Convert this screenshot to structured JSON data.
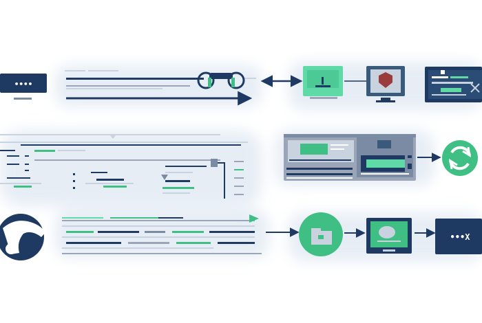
{
  "colors": {
    "navy": "#1e3a62",
    "green": "#3fbf84",
    "mint": "#5fd9a6",
    "slate": "#7a8ba3",
    "panel": "#9aa6b8",
    "light": "#c9d3df",
    "glow": "#e8eef5"
  },
  "rows": [
    {
      "id": "top",
      "nodes": [
        {
          "name": "terminal-block",
          "label": "••••",
          "icon": "ellipsis-icon"
        },
        {
          "name": "binoculars",
          "label": "",
          "icon": "binoculars-icon"
        },
        {
          "name": "green-console",
          "label": "",
          "icon": "device-icon"
        },
        {
          "name": "monitor-shield",
          "label": "",
          "icon": "monitor-icon"
        },
        {
          "name": "data-screen",
          "label": "",
          "icon": "screen-icon"
        }
      ]
    },
    {
      "id": "middle",
      "nodes": [
        {
          "name": "code-listing",
          "label": "",
          "icon": "list-icon"
        },
        {
          "name": "dashboard-window",
          "label": "",
          "icon": "window-icon"
        },
        {
          "name": "refresh-circle",
          "label": "",
          "icon": "sync-icon"
        }
      ]
    },
    {
      "id": "bottom",
      "nodes": [
        {
          "name": "hand-circle",
          "label": "",
          "icon": "hand-icon"
        },
        {
          "name": "green-folder-circle",
          "label": "",
          "icon": "folder-icon"
        },
        {
          "name": "monitor-green",
          "label": "",
          "icon": "monitor-icon"
        },
        {
          "name": "terminal-block-2",
          "label": "•••X",
          "icon": "ellipsis-icon"
        }
      ]
    }
  ]
}
